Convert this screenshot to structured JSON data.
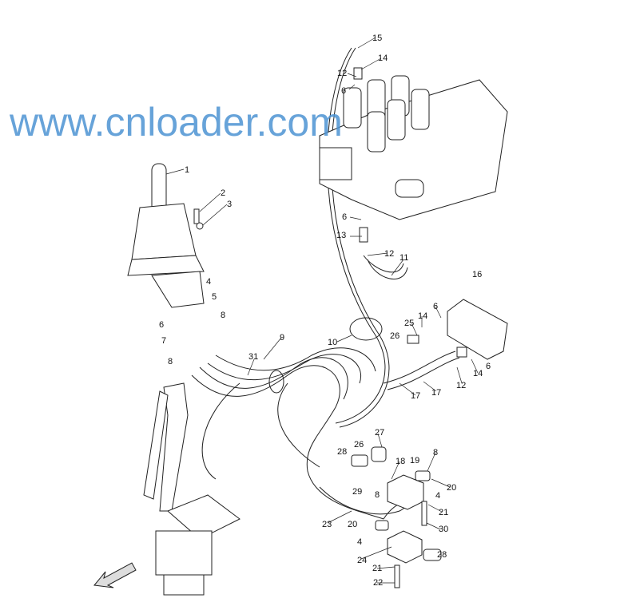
{
  "diagram": {
    "watermark": "www.cnloader.com",
    "watermark_color": "#4d93d3",
    "labels": [
      {
        "id": "15",
        "text": "15"
      },
      {
        "id": "14a",
        "text": "14"
      },
      {
        "id": "12a",
        "text": "12"
      },
      {
        "id": "6a",
        "text": "6"
      },
      {
        "id": "1",
        "text": "1"
      },
      {
        "id": "2",
        "text": "2"
      },
      {
        "id": "3",
        "text": "3"
      },
      {
        "id": "6b",
        "text": "6"
      },
      {
        "id": "13",
        "text": "13"
      },
      {
        "id": "12b",
        "text": "12"
      },
      {
        "id": "11",
        "text": "11"
      },
      {
        "id": "4a",
        "text": "4"
      },
      {
        "id": "5",
        "text": "5"
      },
      {
        "id": "16",
        "text": "16"
      },
      {
        "id": "6c",
        "text": "6"
      },
      {
        "id": "14b",
        "text": "14"
      },
      {
        "id": "25",
        "text": "25"
      },
      {
        "id": "8a",
        "text": "8"
      },
      {
        "id": "6d",
        "text": "6"
      },
      {
        "id": "26a",
        "text": "26"
      },
      {
        "id": "7",
        "text": "7"
      },
      {
        "id": "9",
        "text": "9"
      },
      {
        "id": "10",
        "text": "10"
      },
      {
        "id": "31",
        "text": "31"
      },
      {
        "id": "8b",
        "text": "8"
      },
      {
        "id": "12c",
        "text": "12"
      },
      {
        "id": "14c",
        "text": "14"
      },
      {
        "id": "6e",
        "text": "6"
      },
      {
        "id": "17a",
        "text": "17"
      },
      {
        "id": "17b",
        "text": "17"
      },
      {
        "id": "27",
        "text": "27"
      },
      {
        "id": "28a",
        "text": "28"
      },
      {
        "id": "26b",
        "text": "26"
      },
      {
        "id": "18",
        "text": "18"
      },
      {
        "id": "19",
        "text": "19"
      },
      {
        "id": "8c",
        "text": "8"
      },
      {
        "id": "20a",
        "text": "20"
      },
      {
        "id": "4b",
        "text": "4"
      },
      {
        "id": "29",
        "text": "29"
      },
      {
        "id": "8d",
        "text": "8"
      },
      {
        "id": "23",
        "text": "23"
      },
      {
        "id": "21a",
        "text": "21"
      },
      {
        "id": "20b",
        "text": "20"
      },
      {
        "id": "30",
        "text": "30"
      },
      {
        "id": "4c",
        "text": "4"
      },
      {
        "id": "28b",
        "text": "28"
      },
      {
        "id": "24",
        "text": "24"
      },
      {
        "id": "21b",
        "text": "21"
      },
      {
        "id": "22",
        "text": "22"
      }
    ]
  }
}
